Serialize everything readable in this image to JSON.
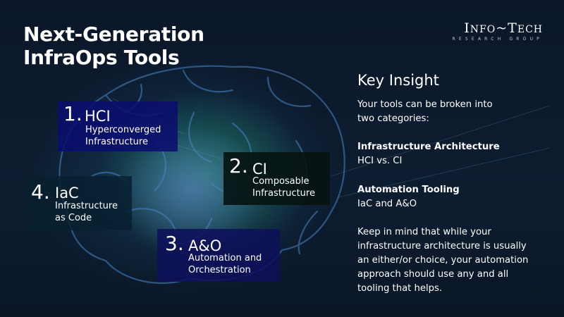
{
  "slide": {
    "title_line1": "Next-Generation",
    "title_line2": "InfraOps Tools",
    "background_image": "brain-outline-icon",
    "colors": {
      "background": "#0c1a2c",
      "card_hci": "#0a0e6e",
      "card_ci": "#061414",
      "card_ao": "#0e105a",
      "card_iac": "#082030",
      "glow_green": "#28aa78",
      "brain_lines": "#4a86c6"
    }
  },
  "logo": {
    "main_I": "I",
    "main_nfo": "NFO",
    "main_tilde": "~",
    "main_T": "T",
    "main_ech": "ECH",
    "sub": "RESEARCH GROUP"
  },
  "cards": [
    {
      "number": "1.",
      "abbr": "HCI",
      "desc_line1": "Hyperconverged",
      "desc_line2": "Infrastructure"
    },
    {
      "number": "2.",
      "abbr": "CI",
      "desc_line1": "Composable",
      "desc_line2": "Infrastructure"
    },
    {
      "number": "3.",
      "abbr": "A&O",
      "desc_line1": "Automation and",
      "desc_line2": "Orchestration"
    },
    {
      "number": "4.",
      "abbr": "IaC",
      "desc_line1": "Infrastructure",
      "desc_line2": "as Code"
    }
  ],
  "insight": {
    "heading": "Key Insight",
    "intro_line1": "Your tools can be broken into",
    "intro_line2": "two categories:",
    "categories": [
      {
        "title": "Infrastructure Architecture",
        "detail": "HCI vs. CI"
      },
      {
        "title": "Automation Tooling",
        "detail": "IaC and A&O"
      }
    ],
    "note_lines": [
      "Keep in mind that while your",
      "infrastructure architecture is usually",
      "an either/or choice, your automation",
      "approach should use any and all",
      "tooling that helps."
    ]
  }
}
